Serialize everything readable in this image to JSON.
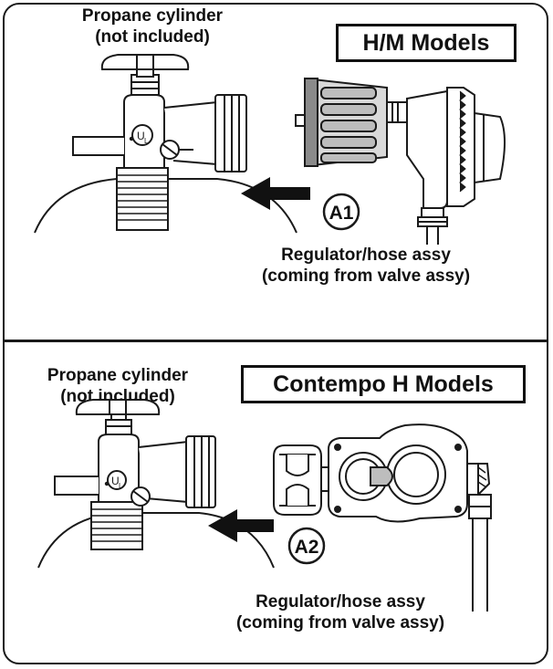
{
  "top_panel": {
    "cylinder_label": [
      "Propane cylinder",
      "(not included)"
    ],
    "model_title": "H/M Models",
    "callout": "A1",
    "regulator_label": [
      "Regulator/hose assy",
      "(coming from valve assy)"
    ]
  },
  "bottom_panel": {
    "cylinder_label": [
      "Propane cylinder",
      "(not included)"
    ],
    "model_title": "Contempo H Models",
    "callout": "A2",
    "regulator_label": [
      "Regulator/hose assy",
      "(coming from valve assy)"
    ]
  },
  "ul_mark": [
    "U",
    "L"
  ],
  "colors": {
    "line": "#1a1a1a",
    "gray": "#bdbdbd",
    "dark_gray": "#8a8a8a",
    "arrow": "#111111"
  }
}
